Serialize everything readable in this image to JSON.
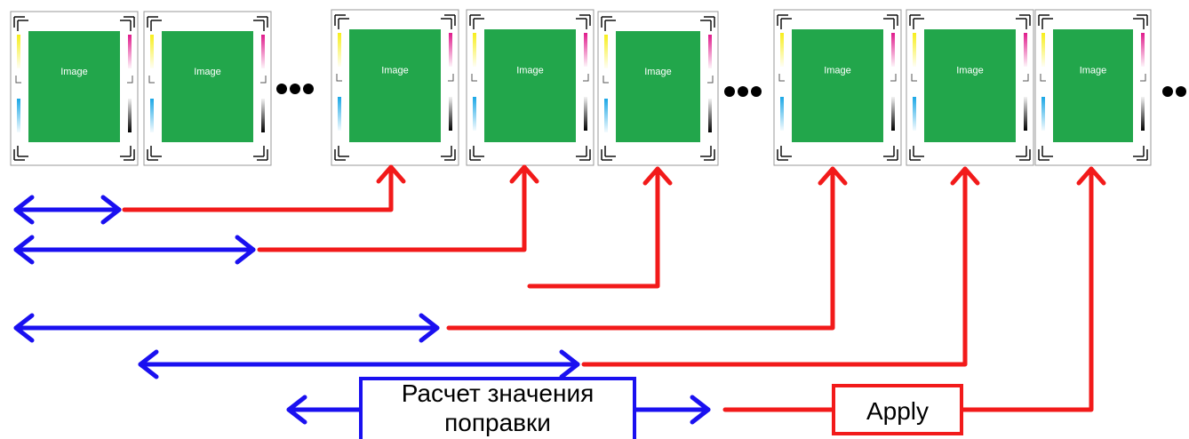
{
  "pages": [
    {
      "label": "Image"
    },
    {
      "label": "Image"
    },
    {
      "label": "Image"
    },
    {
      "label": "Image"
    },
    {
      "label": "Image"
    },
    {
      "label": "Image"
    },
    {
      "label": "Image"
    },
    {
      "label": "Image"
    }
  ],
  "calc_box": {
    "line1": "Расчет значения",
    "line2": "поправки"
  },
  "apply_box": {
    "label": "Apply"
  },
  "colors": {
    "page_green": "#22a64b",
    "blue_arrow": "#1a10f0",
    "red_line": "#f21a1a",
    "yellow": "#f7ee1a",
    "magenta": "#e01a8c",
    "cyan": "#1aa7e6",
    "black": "#000000"
  }
}
